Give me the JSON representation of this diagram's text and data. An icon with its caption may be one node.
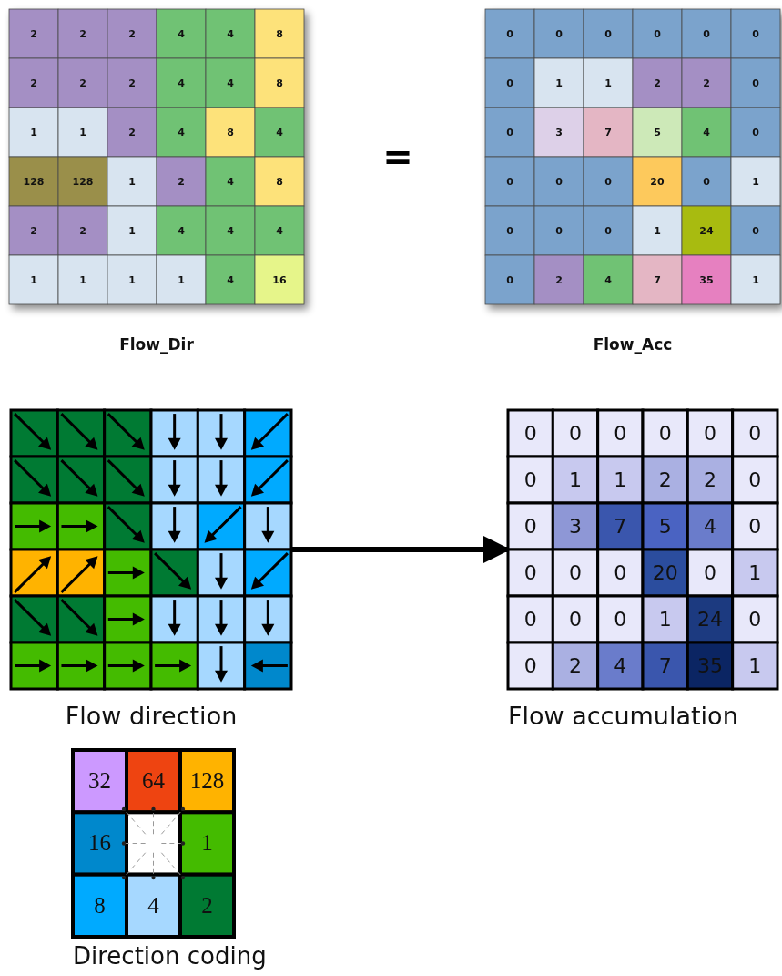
{
  "diagram": {
    "nodes": [
      {
        "text": [
          "Flow_Dir"
        ]
      },
      {
        "text": [
          "Flow_Acc"
        ]
      },
      {
        "text": [
          "Flow direction"
        ]
      },
      {
        "text": [
          "Flow accumulation"
        ]
      },
      {
        "text": [
          "Direction coding"
        ]
      }
    ],
    "edges": [
      {
        "from": 2,
        "to": 3,
        "arrow": "to"
      }
    ],
    "labels": [
      "2",
      "2",
      "2",
      "4",
      "4",
      "8",
      "2",
      "2",
      "2",
      "4",
      "4",
      "8",
      "1",
      "1",
      "2",
      "4",
      "8",
      "4",
      "128",
      "128",
      "1",
      "2",
      "4",
      "8",
      "2",
      "2",
      "1",
      "4",
      "4",
      "4",
      "1",
      "1",
      "1",
      "1",
      "4",
      "16",
      "=",
      "0",
      "0",
      "0",
      "0",
      "0",
      "0",
      "0",
      "1",
      "1",
      "2",
      "2",
      "0",
      "0",
      "3",
      "7",
      "5",
      "4",
      "0",
      "0",
      "0",
      "0",
      "20",
      "0",
      "1",
      "0",
      "0",
      "0",
      "1",
      "24",
      "0",
      "0",
      "2",
      "4",
      "7",
      "35",
      "1",
      "0",
      "0",
      "0",
      "0",
      "0",
      "0",
      "0",
      "1",
      "1",
      "2",
      "2",
      "0",
      "0",
      "3",
      "7",
      "5",
      "4",
      "0",
      "0",
      "0",
      "0",
      "20",
      "0",
      "1",
      "0",
      "0",
      "0",
      "1",
      "24",
      "0",
      "0",
      "2",
      "4",
      "7",
      "35",
      "1",
      "32",
      "64",
      "128",
      "16",
      "1",
      "8",
      "4",
      "2"
    ]
  }
}
